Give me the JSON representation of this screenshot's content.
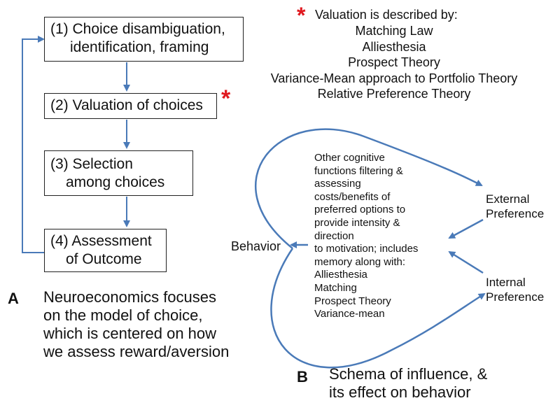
{
  "colors": {
    "arrow": "#4a7ab8",
    "star": "#e0191f",
    "box_border": "#222222",
    "text": "#111111"
  },
  "panel_a": {
    "boxes": [
      {
        "lines": [
          "(1) Choice disambiguation,",
          "identification, framing"
        ]
      },
      {
        "lines": [
          "(2) Valuation of choices"
        ]
      },
      {
        "lines": [
          "(3) Selection",
          "among choices"
        ]
      },
      {
        "lines": [
          "(4) Assessment",
          "of Outcome"
        ]
      }
    ],
    "star": "*",
    "letter": "A",
    "caption": [
      "Neuroeconomics focuses",
      "on the model of choice,",
      "which is centered on how",
      "we assess reward/aversion"
    ]
  },
  "valuation": {
    "star": "*",
    "heading": "Valuation is described by:",
    "items": [
      "Matching Law",
      "Alliesthesia",
      "Prospect Theory",
      "Variance-Mean approach to Portfolio Theory",
      "Relative Preference Theory"
    ]
  },
  "panel_b": {
    "behavior": "Behavior",
    "external": [
      "External",
      "Preference"
    ],
    "internal": [
      "Internal",
      "Preference"
    ],
    "middle_text": [
      "Other cognitive",
      "functions filtering &",
      "assessing",
      "costs/benefits of",
      "preferred options to",
      "provide intensity &",
      "direction",
      "to motivation; includes",
      "memory along with:",
      "Alliesthesia",
      "Matching",
      "Prospect Theory",
      "Variance-mean"
    ],
    "letter": "B",
    "caption": [
      "Schema of influence, &",
      "its effect on behavior"
    ]
  }
}
